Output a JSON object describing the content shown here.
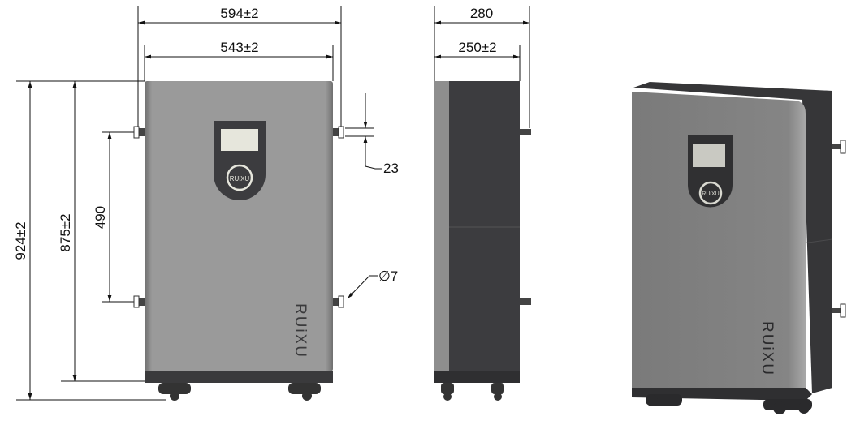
{
  "dimensions": {
    "overall_width": "594±2",
    "body_width": "543±2",
    "overall_depth": "280",
    "body_depth": "250±2",
    "overall_height": "924±2",
    "body_height": "875±2",
    "mount_spacing": "490",
    "mount_height": "23",
    "hole_diameter": "∅7"
  },
  "brand": {
    "logo_text": "RUiXU",
    "badge_text": "RUiXU",
    "accent": "#d0202a"
  },
  "colors": {
    "panel": "#9a9a9a",
    "dark": "#3c3c3f",
    "screen": "#e6e6dc"
  }
}
